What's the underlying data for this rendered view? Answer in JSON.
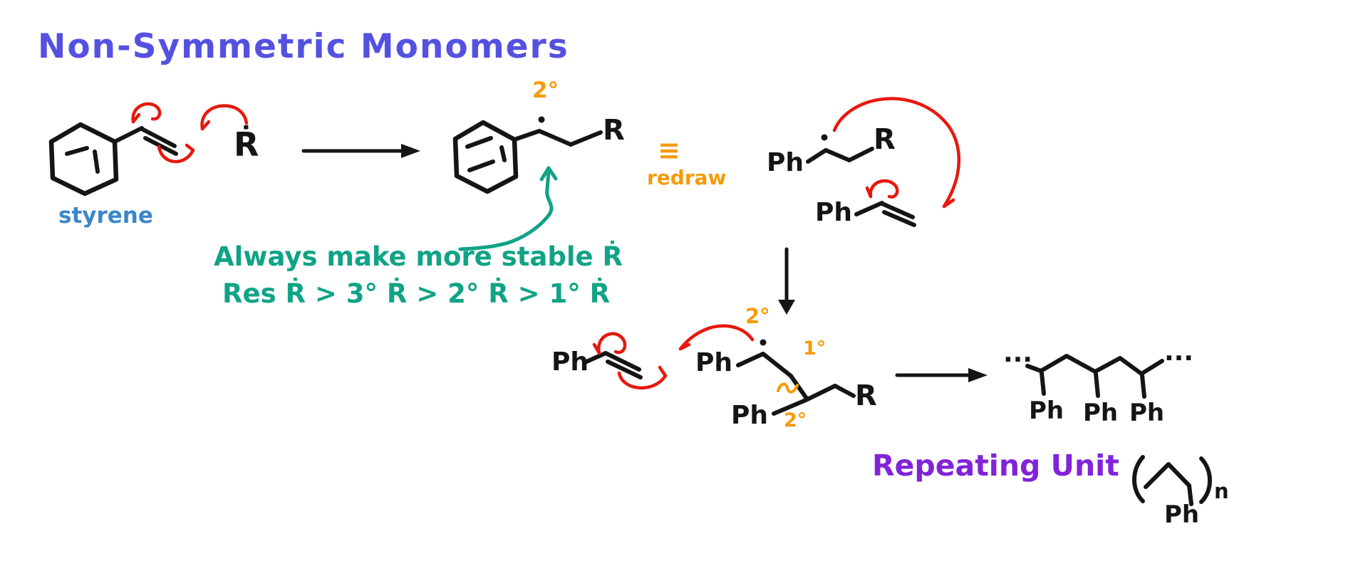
{
  "colors": {
    "ink": "#151515",
    "red": "#e6190e",
    "orange": "#f59b0a",
    "teal": "#10a386",
    "purple": "#8123d8",
    "title-blue": "#5551e0",
    "styrene-blue": "#3a87c8"
  },
  "title": "Non-Symmetric Monomers",
  "labels": {
    "styrene": "styrene",
    "radical_r": "Ṙ",
    "r_group": "R",
    "ph": "Ph",
    "secondary": "2°",
    "primary": "1°",
    "equivalent": "≡",
    "redraw": "redraw",
    "chain_continues": "···",
    "n_subscript": "n",
    "repeating_unit": "Repeating Unit"
  },
  "notes": {
    "stability_rule": "Always make more stable Ṙ",
    "stability_order": "Res Ṙ > 3° Ṙ > 2° Ṙ > 1° Ṙ"
  }
}
